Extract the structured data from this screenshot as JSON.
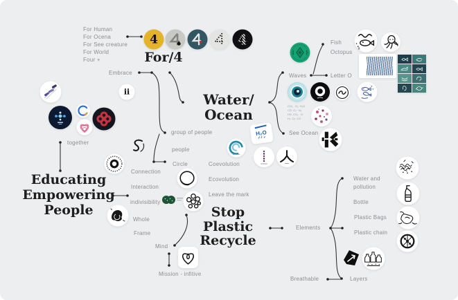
{
  "page": {
    "background": "#edeef0",
    "line_color": "#333333",
    "label_color": "#8d8d92",
    "title_color": "#1e1e1e"
  },
  "for4": {
    "options": [
      "For Human",
      "For Ocena",
      "For See creature",
      "For World",
      "Four +"
    ],
    "title": "For/4"
  },
  "people_branch": {
    "embrace": "Embrace",
    "together": "together",
    "title_lines": [
      "Educating",
      "Empowering",
      "People"
    ],
    "group_of_people": "group of people",
    "people": "people",
    "circle": "Circle",
    "connection": "Connection",
    "interaction": "Interaction",
    "indivisibility": "indivisibility",
    "whole": "Whole",
    "frame": "Frame"
  },
  "water": {
    "title_lines": [
      "Water/",
      "Ocean"
    ],
    "waves": "Waves",
    "letter_o": "Letter O",
    "fish": "Fish",
    "octopus": "Octopus",
    "see_ocean": "See Ocean",
    "h2o": "H₂O"
  },
  "plastic": {
    "title_lines": [
      "Stop",
      "Plastic",
      "Recycle"
    ],
    "coevolution": "Coevolution",
    "ecovolution": "Ecovolution",
    "leave_the_mark": "Leave the mark",
    "mind": "Mind",
    "mission": "Mission - infitive"
  },
  "elements": {
    "label": "Elements",
    "water_and": "Water and",
    "pollution": "pollution",
    "bottle": "Bottle",
    "plastic_bags": "Plastic Bags",
    "plastic_chain": "Plastic chain",
    "layers": "Layers",
    "breathable": "Breathable"
  },
  "colors": {
    "badge_yellow": "#e2b32b",
    "badge_silver": "#c8c8c5",
    "badge_slate": "#335663",
    "badge_black": "#101012",
    "badge_navy": "#0d1930",
    "clover_red": "#c3333f",
    "green_crest": "#17a273",
    "eye_teal": "#1f7f95",
    "swirl_teal": "#2187ad",
    "h2o_blue": "#1e5fc2",
    "heart_pink": "#e06487",
    "ocean_tiles": [
      "#1c3d4a",
      "#3c7a78",
      "#4a8c85",
      "#22444e",
      "#57948c",
      "#3f6e70",
      "#254850",
      "#49867e"
    ]
  },
  "icon_names": [
    "four-yellow-icon",
    "four-silver-icon",
    "four-slate-icon",
    "four-dotted-icon",
    "four-striped-icon",
    "purple-abstract-icon",
    "navy-dots-icon",
    "c-swirl-icon",
    "heart-lines-icon",
    "red-clover-icon",
    "ii-icon",
    "s-curve-icon",
    "stamp-ring-icon",
    "sketch-circle-icon",
    "green-pills-icon",
    "ring-cluster-icon",
    "ink-blob-icon",
    "heart-drop-icon",
    "coevolution-swirl-icon",
    "h2o-card-icon",
    "dotted-line-icon",
    "person-glyph-icon",
    "green-crest-icon",
    "eye-circle-icon",
    "letter-o-black-icon",
    "wave-glyph-icon",
    "fish-sketch-icon",
    "chemistry-grid-icon",
    "floral-pattern-icon",
    "glitch-mark-icon",
    "fish-doodle-icon",
    "octopus-doodle-icon",
    "waves-texture-image",
    "ocean-tiles-image",
    "pollution-scribble-icon",
    "bottle-outline-icon",
    "plastic-bags-icon",
    "plastic-chain-icon",
    "black-arrow-blob-icon",
    "bottles-doodle-icon"
  ]
}
